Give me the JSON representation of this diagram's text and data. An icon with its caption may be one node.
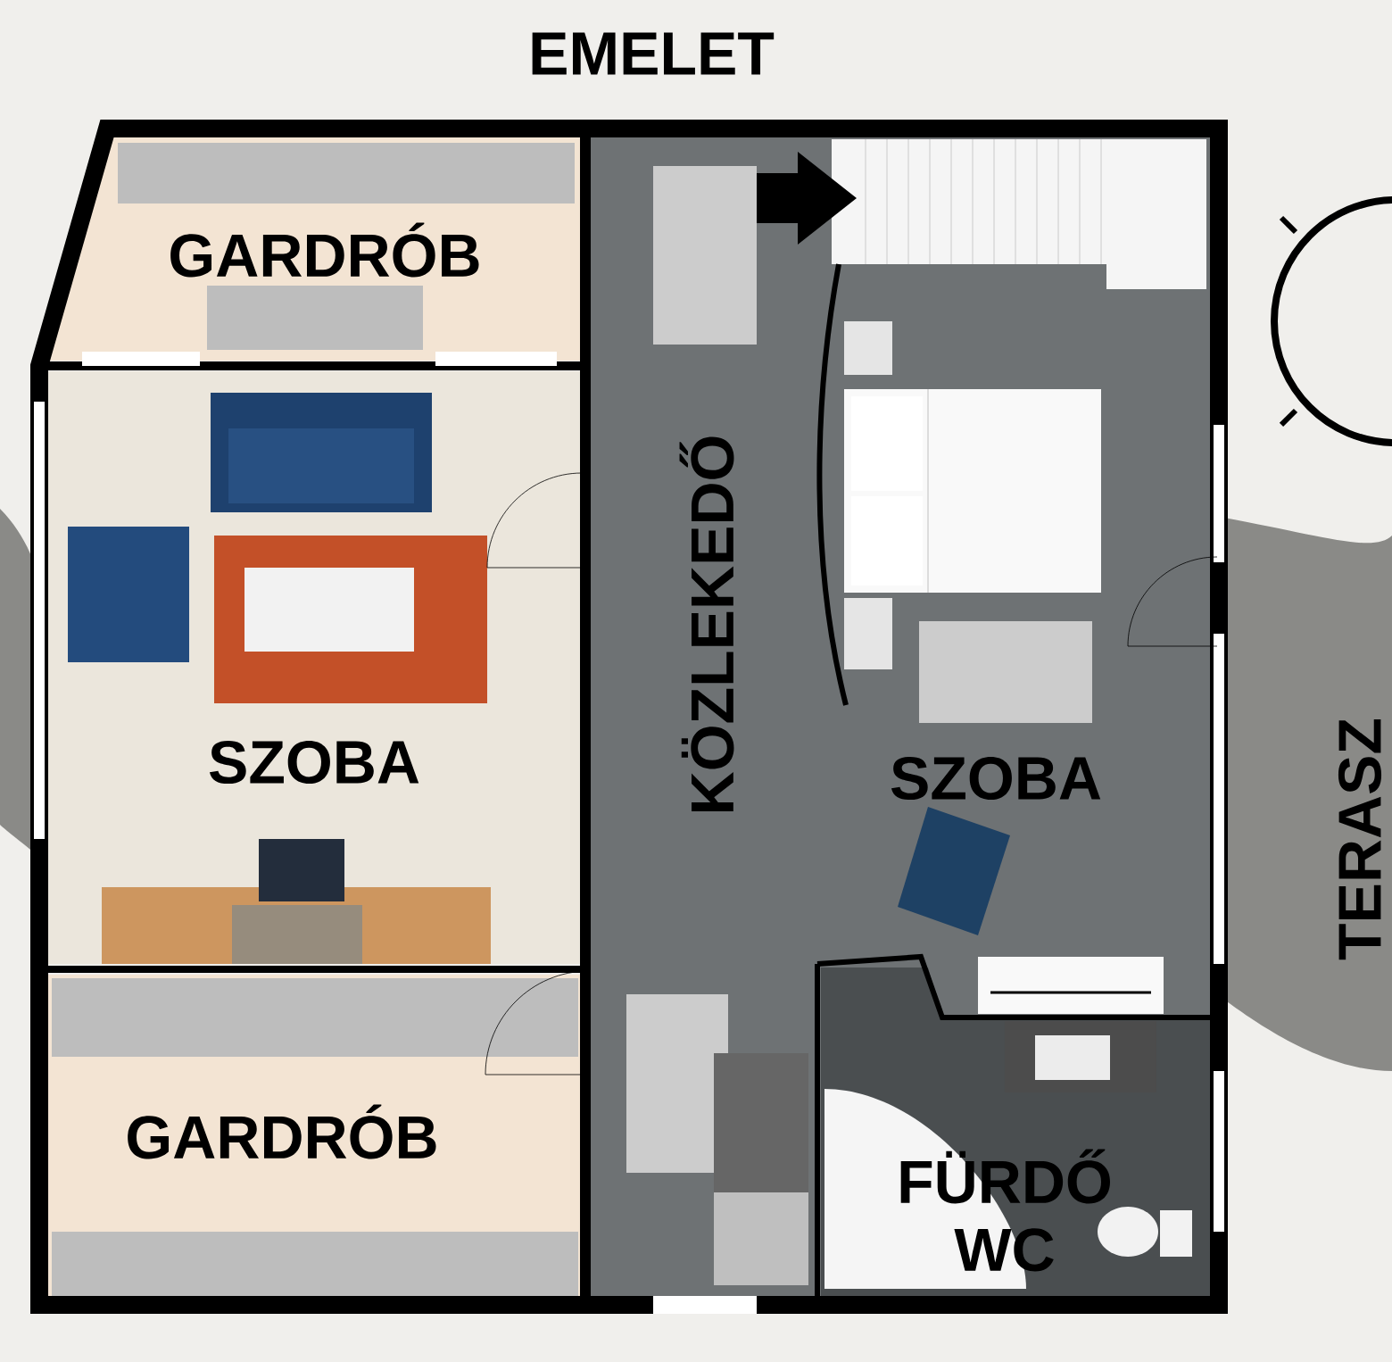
{
  "diagram": {
    "title": "EMELET",
    "nodes": [
      {
        "text": [
          "GARDRÓB"
        ]
      },
      {
        "text": [
          "SZOBA"
        ]
      },
      {
        "text": [
          "GARDRÓB"
        ]
      },
      {
        "text": [
          "KÖZLEKEDŐ"
        ]
      },
      {
        "text": [
          "SZOBA"
        ]
      },
      {
        "text": [
          "FÜRDŐ WC"
        ]
      },
      {
        "text": [
          "TERASZ"
        ]
      }
    ]
  }
}
